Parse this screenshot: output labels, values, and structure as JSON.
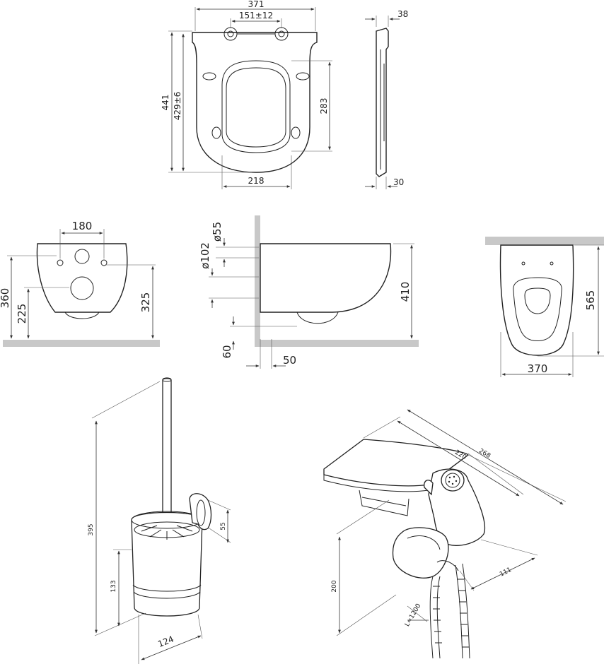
{
  "views": {
    "seat_top": {
      "width_total": "371",
      "hinge_spacing": "151±12",
      "length_total": "441",
      "length_to_hinge": "429±6",
      "opening_length": "283",
      "opening_width": "218"
    },
    "seat_side": {
      "thickness_top": "38",
      "thickness_bottom": "30"
    },
    "bowl_back": {
      "bolt_spacing": "180",
      "bolt_height": "360",
      "outlet_height": "225",
      "bowl_height": "325"
    },
    "bowl_side": {
      "inlet_diameter": "ø55",
      "outlet_diameter": "ø102",
      "height": "410",
      "wall_gap": "60",
      "outlet_offset": "50"
    },
    "bowl_top": {
      "length": "565",
      "width": "370"
    },
    "brush_holder": {
      "total_height": "395",
      "holder_height": "133",
      "diameter": "124",
      "bracket": "55"
    },
    "hygienic_shower": {
      "shelf_depth": "220",
      "shelf_width": "268",
      "height": "200",
      "hose_length": "L=1200",
      "bracket_width": "111"
    }
  }
}
